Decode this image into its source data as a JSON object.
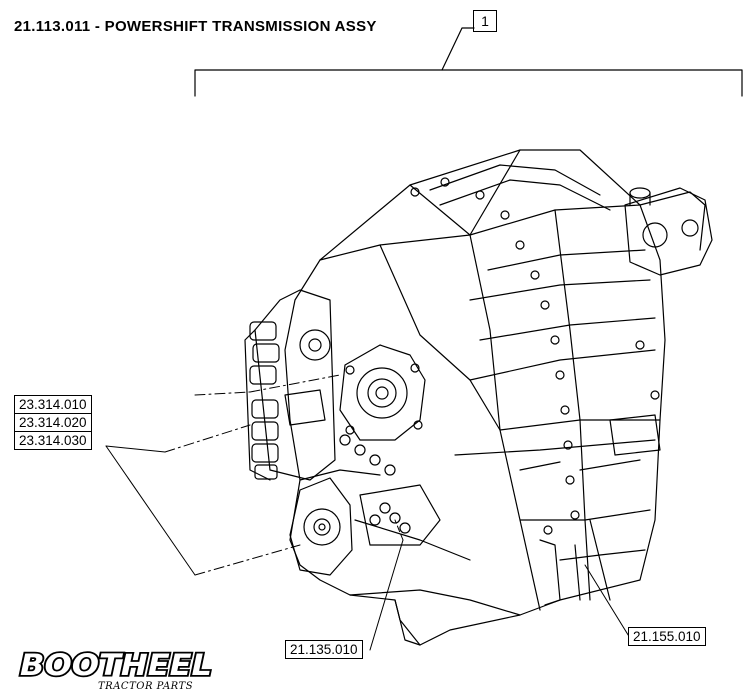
{
  "title": "21.113.011 - POWERSHIFT TRANSMISSION ASSY",
  "assembly_ref": "1",
  "callouts": {
    "c1": "23.314.010",
    "c2": "23.314.020",
    "c3": "23.314.030",
    "c4": "21.155.010",
    "c5": "21.135.010"
  },
  "logo": {
    "brand": "BOOTHEEL",
    "tagline": "TRACTOR PARTS"
  },
  "colors": {
    "line": "#000000",
    "background": "#ffffff"
  }
}
